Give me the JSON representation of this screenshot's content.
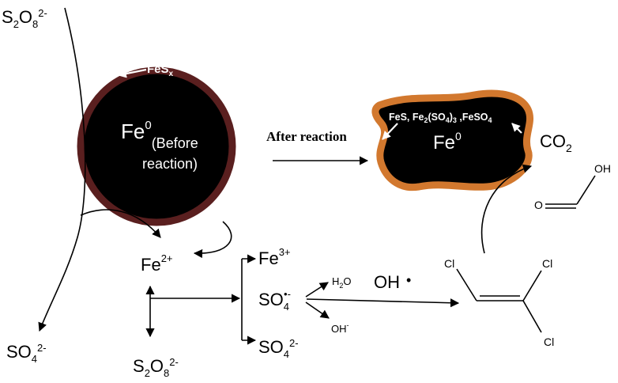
{
  "species": {
    "persulfate_top": {
      "base": "S",
      "sub1": "2",
      "mid": "O",
      "sub2": "8",
      "sup": "2-"
    },
    "sulfate_left": {
      "base": "SO",
      "sub": "4",
      "sup": "2-"
    },
    "persulfate_bottom": {
      "base": "S",
      "sub1": "2",
      "mid": "O",
      "sub2": "8",
      "sup": "2-"
    },
    "ferrous": {
      "base": "Fe",
      "sup": "2+"
    },
    "ferric": {
      "base": "Fe",
      "sup": "3+"
    },
    "sulfate_radical": {
      "base": "SO",
      "sub": "4",
      "sup": "•-"
    },
    "sulfate_bottom_right": {
      "base": "SO",
      "sub": "4",
      "sup": "2-"
    },
    "water": {
      "base": "H",
      "sub": "2",
      "tail": "O"
    },
    "hydroxide": {
      "base": "OH",
      "sup": "-"
    },
    "hydroxyl_radical": {
      "label": "OH",
      "dot": "•"
    },
    "carbon_dioxide": {
      "base": "CO",
      "sub": "2"
    }
  },
  "particle_before": {
    "coating": {
      "base": "FeS",
      "sub": "x"
    },
    "core": {
      "base": "Fe",
      "sup": "0",
      "sub": "(Before"
    },
    "core_line2": "reaction)"
  },
  "particle_after": {
    "products": {
      "part1": "FeS, Fe",
      "sub1": "2",
      "part2": "(SO",
      "sub2": "4",
      "part3": ")",
      "sub3": "3",
      "part4": " ,FeSO",
      "sub4": "4"
    },
    "core": {
      "base": "Fe",
      "sup": "0"
    }
  },
  "transition_label": "After reaction",
  "molecules": {
    "tce": {
      "cl1": "Cl",
      "cl2": "Cl",
      "cl3": "Cl"
    },
    "formic_acid": {
      "oh": "OH",
      "o": "O"
    }
  },
  "colors": {
    "particle_core": "#000000",
    "particle_rim_before": "#5a1f1f",
    "particle_rim_after": "#d2782e",
    "arrow": "#000000",
    "inner_label": "#ffffff"
  }
}
